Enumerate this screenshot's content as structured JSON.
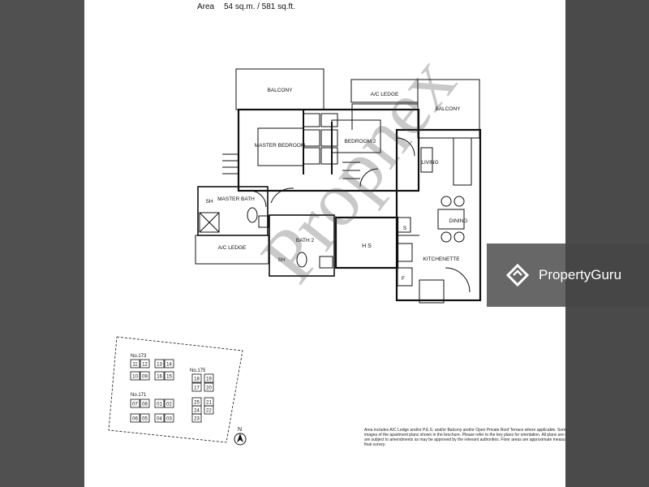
{
  "header": {
    "area_label": "Area",
    "area_value": "54 sq.m. / 581 sq.ft."
  },
  "rooms": {
    "balcony_master": "BALCONY",
    "ac_ledge_top": "A/C LEDGE",
    "balcony_living": "BALCONY",
    "master_bedroom": "MASTER BEDROOM",
    "bedroom2": "BEDROOM 2",
    "living": "LIVING",
    "dining": "DINING",
    "sh_master": "SH",
    "master_bath": "MASTER BATH",
    "ac_ledge_bottom": "A/C LEDGE",
    "bath2": "BATH 2",
    "sh_bath2": "SH",
    "hs": "H S",
    "s": "S",
    "kitchenette": "KITCHENETTE",
    "f": "F"
  },
  "key_plan": {
    "north": "N",
    "block_173": "No.173",
    "block_175": "No.175",
    "block_171": "No.171",
    "units": [
      "11",
      "12",
      "13",
      "14",
      "10",
      "09",
      "16",
      "15",
      "18",
      "19",
      "17",
      "20",
      "07",
      "08",
      "01",
      "02",
      "25",
      "21",
      "24",
      "22",
      "06",
      "05",
      "04",
      "03",
      "23"
    ]
  },
  "footnote": "Area includes A/C Ledge and/or P.E.S. and/or Balcony and/or Open Private Roof Terrace where applicable. Some units are mirror images of the apartment plans shown in the brochure. Please refer to the key plans for orientation. All plans are not printed to scale and are subject to amendments as may be approved by the relevant authorities. Floor areas are approximate measurements and subject to final survey.",
  "watermark": "Propnex",
  "brand": {
    "name": "PropertyGuru",
    "badge_color": "#464646"
  }
}
